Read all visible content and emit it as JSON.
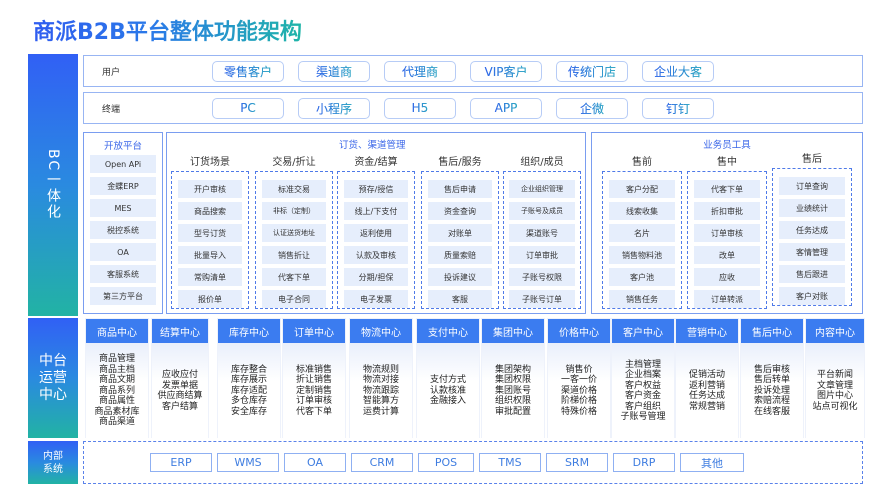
{
  "title": "商派B2B平台整体功能架构",
  "sections": {
    "bc": "BC一体化",
    "middle": [
      "中台",
      "运营",
      "中心"
    ],
    "internal": [
      "内部",
      "系统"
    ]
  },
  "users": {
    "label": "用户",
    "items": [
      "零售客户",
      "渠道商",
      "代理商",
      "VIP客户",
      "传统门店",
      "企业大客"
    ]
  },
  "terminals": {
    "label": "终端",
    "items": [
      "PC",
      "小程序",
      "H5",
      "APP",
      "企微",
      "钉钉"
    ]
  },
  "open_platform": {
    "title": "开放平台",
    "items": [
      "Open APi",
      "金蝶ERP",
      "MES",
      "税控系统",
      "OA",
      "客服系统",
      "第三方平台"
    ]
  },
  "order_channel": {
    "title": "订货、渠道管理",
    "columns": [
      {
        "head": "订货场景",
        "items": [
          "开户审核",
          "商品搜索",
          "型号订货",
          "批量导入",
          "常购清单",
          "报价单"
        ]
      },
      {
        "head": "交易/折让",
        "items": [
          "标准交易",
          "非标（定制）",
          "认证送货地址",
          "销售折让",
          "代客下单",
          "电子合同"
        ]
      },
      {
        "head": "资金/结算",
        "items": [
          "预存/授信",
          "线上/下支付",
          "返利使用",
          "认款及审核",
          "分期/担保",
          "电子发票"
        ]
      },
      {
        "head": "售后/服务",
        "items": [
          "售后申请",
          "资金查询",
          "对账单",
          "质量索赔",
          "投诉建议",
          "客服"
        ]
      },
      {
        "head": "组织/成员",
        "items": [
          "企业组织管理",
          "子账号及成员",
          "渠道账号",
          "订单审批",
          "子账号权限",
          "子账号订单"
        ]
      }
    ]
  },
  "sales_tools": {
    "title": "业务员工具",
    "columns": [
      {
        "head": "售前",
        "items": [
          "客户分配",
          "线索收集",
          "名片",
          "销售物料池",
          "客户池",
          "销售任务"
        ]
      },
      {
        "head": "售中",
        "items": [
          "代客下单",
          "折扣审批",
          "订单审核",
          "改单",
          "应收",
          "订单转派"
        ]
      },
      {
        "head": "售后",
        "items": [
          "订单查询",
          "业绩统计",
          "任务达成",
          "客情管理",
          "售后跟进",
          "客户对账"
        ]
      }
    ]
  },
  "centers": [
    {
      "head": "商品中心",
      "body": "商品管理\n商品主档\n商品文期\n商品系列\n商品属性\n商品素材库\n商品渠道"
    },
    {
      "head": "结算中心",
      "body": "应收应付\n发票单据\n供应商结算\n客户结算"
    },
    {
      "head": "库存中心",
      "body": "库存整合\n库存展示\n库存适配\n多仓库存\n安全库存"
    },
    {
      "head": "订单中心",
      "body": "标准销售\n折让销售\n定制销售\n订单审核\n代客下单"
    },
    {
      "head": "物流中心",
      "body": "物流规则\n物流对接\n物流跟踪\n智能算方\n运费计算"
    },
    {
      "head": "支付中心",
      "body": "支付方式\n认款核准\n金融接入"
    },
    {
      "head": "集团中心",
      "body": "集团架构\n集团权限\n集团账号\n组织权限\n审批配置"
    },
    {
      "head": "价格中心",
      "body": "销售价\n一客一价\n渠道价格\n阶梯价格\n特殊价格"
    },
    {
      "head": "客户中心",
      "body": "主档管理\n企业档案\n客户权益\n客户资金\n客户组织\n子账号管理"
    },
    {
      "head": "营销中心",
      "body": "促销活动\n返利营销\n任务达成\n常规营销"
    },
    {
      "head": "售后中心",
      "body": "售后审核\n售后转单\n投诉处理\n索赔流程\n在线客服"
    },
    {
      "head": "内容中心",
      "body": "平台新闻\n文章管理\n图片中心\n站点可视化"
    }
  ],
  "internal_systems": [
    "ERP",
    "WMS",
    "OA",
    "CRM",
    "POS",
    "TMS",
    "SRM",
    "DRP",
    "其他"
  ],
  "colors": {
    "primary_blue": "#3b7cf0",
    "gradient_top": "#3160f5",
    "gradient_bottom": "#22b3a4",
    "item_bg": "#e6eefc",
    "border": "#7a9df0"
  }
}
